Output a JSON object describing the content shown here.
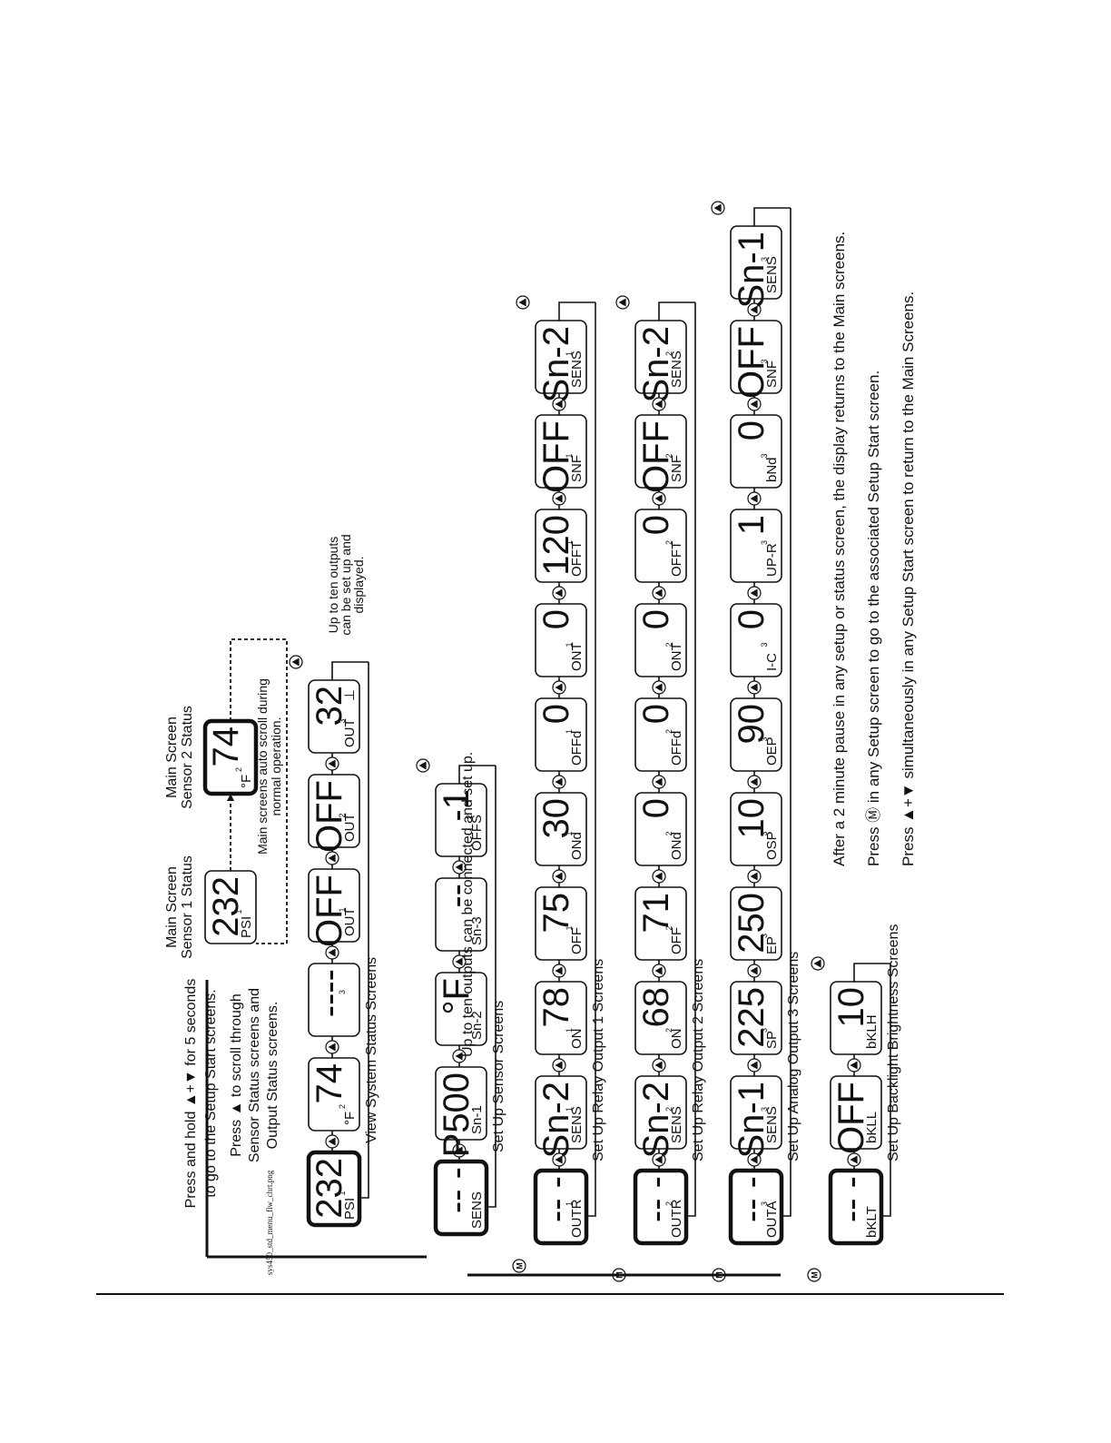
{
  "filename_label": "sys450_std_menu_flw_chrt.png",
  "bottom_note": "Up to ten outputs can be connected and set up.",
  "main_screens": {
    "sensor1_caption": [
      "Main Screen",
      "Sensor 1 Status"
    ],
    "sensor2_caption": [
      "Main Screen",
      "Sensor 2 Status"
    ],
    "autoscroll_note": [
      "Main screens auto scroll during",
      "normal operation."
    ],
    "screens": [
      {
        "id": "main1",
        "big": "232",
        "small": "PSI",
        "sup": "1",
        "bold": false
      },
      {
        "id": "main2",
        "big": "74",
        "small": "°F",
        "sup": "2",
        "bold": true
      }
    ]
  },
  "instructions": {
    "hold_setup": [
      "Press and hold ▲+▼ for 5 seconds",
      "to go to the Setup Start screens."
    ],
    "scroll_status": [
      "Press ▲ to scroll through",
      "Sensor Status screens and",
      "Output Status screens."
    ],
    "ten_outputs_status": [
      "Up to ten outputs",
      "can be set up and",
      "displayed."
    ]
  },
  "rows": [
    {
      "label": "View System Status Screens",
      "screens": [
        {
          "big": "232",
          "small": "PSI",
          "sup": "1",
          "bold": true
        },
        {
          "big": "74",
          "small": "°F",
          "sup": "2"
        },
        {
          "big": "----",
          "small": "",
          "sup": "3"
        },
        {
          "big": "OFF",
          "small": "OUT",
          "sup": "1"
        },
        {
          "big": "OFF",
          "small": "OUT",
          "sup": "2"
        },
        {
          "big": "32",
          "small": "OUT",
          "sup": "3",
          "extra": "⊥"
        }
      ]
    },
    {
      "label": "Set Up Sensor Screens",
      "screens": [
        {
          "big": "-- -",
          "small": "SENS",
          "sup": "",
          "bold": true
        },
        {
          "big": "P500",
          "small": "Sn-1",
          "sup": ""
        },
        {
          "big": "°F",
          "small": "Sn-2",
          "sup": ""
        },
        {
          "big": "--",
          "small": "Sn-3",
          "sup": ""
        },
        {
          "big": "-1",
          "small": "OFFS",
          "sup": "2"
        }
      ]
    },
    {
      "label": "Set Up Relay Output 1 Screens",
      "screens": [
        {
          "big": "-- -",
          "small": "OUTR",
          "sup": "1",
          "bold": true
        },
        {
          "big": "Sn-2",
          "small": "SENS",
          "sup": "1"
        },
        {
          "big": "78",
          "small": "ON",
          "sup": "1"
        },
        {
          "big": "75",
          "small": "OFF",
          "sup": "1"
        },
        {
          "big": "30",
          "small": "ONd",
          "sup": "1"
        },
        {
          "big": "0",
          "small": "OFFd",
          "sup": "1"
        },
        {
          "big": "0",
          "small": "ONT",
          "sup": "1"
        },
        {
          "big": "120",
          "small": "OFFT",
          "sup": "1"
        },
        {
          "big": "OFF",
          "small": "SNF",
          "sup": "1"
        },
        {
          "big": "Sn-2",
          "small": "SENS",
          "sup": "1"
        }
      ]
    },
    {
      "label": "Set Up Relay Output 2 Screens",
      "screens": [
        {
          "big": "-- -",
          "small": "OUTR",
          "sup": "2",
          "bold": true
        },
        {
          "big": "Sn-2",
          "small": "SENS",
          "sup": "2"
        },
        {
          "big": "68",
          "small": "ON",
          "sup": "2"
        },
        {
          "big": "71",
          "small": "OFF",
          "sup": "2"
        },
        {
          "big": "0",
          "small": "ONd",
          "sup": "2"
        },
        {
          "big": "0",
          "small": "OFFd",
          "sup": "2"
        },
        {
          "big": "0",
          "small": "ONT",
          "sup": "2"
        },
        {
          "big": "0",
          "small": "OFFT",
          "sup": "2"
        },
        {
          "big": "OFF",
          "small": "SNF",
          "sup": "2"
        },
        {
          "big": "Sn-2",
          "small": "SENS",
          "sup": "2"
        }
      ]
    },
    {
      "label": "Set Up Analog Output 3 Screens",
      "screens": [
        {
          "big": "-- -",
          "small": "OUTA",
          "sup": "3",
          "bold": true
        },
        {
          "big": "Sn-1",
          "small": "SENS",
          "sup": "3"
        },
        {
          "big": "225",
          "small": "SP",
          "sup": "3"
        },
        {
          "big": "250",
          "small": "EP",
          "sup": "3"
        },
        {
          "big": "10",
          "small": "OSP",
          "sup": "3"
        },
        {
          "big": "90",
          "small": "OEP",
          "sup": "3"
        },
        {
          "big": "0",
          "small": "I-C",
          "sup": "3"
        },
        {
          "big": "1",
          "small": "UP-R",
          "sup": "3"
        },
        {
          "big": "0",
          "small": "bNd",
          "sup": "3"
        },
        {
          "big": "OFF",
          "small": "SNF",
          "sup": "3"
        },
        {
          "big": "Sn-1",
          "small": "SENS",
          "sup": "3"
        }
      ]
    },
    {
      "label": "Set Up Backlight Brightness Screens",
      "screens": [
        {
          "big": "-- -",
          "small": "bKLT",
          "sup": "",
          "bold": true
        },
        {
          "big": "OFF",
          "small": "bKLL",
          "sup": ""
        },
        {
          "big": "10",
          "small": "bKLH",
          "sup": ""
        }
      ]
    }
  ],
  "footnotes": [
    "After a 2 minute pause in any setup or status screen, the display returns to the Main screens.",
    "Press Ⓜ in any Setup screen to go to the associated Setup Start screen.",
    "Press ▲+▼ simultaneously in any Setup Start screen to return to the Main Screens."
  ],
  "buttons": {
    "up": "▲",
    "down": "▼",
    "menu": "M"
  }
}
